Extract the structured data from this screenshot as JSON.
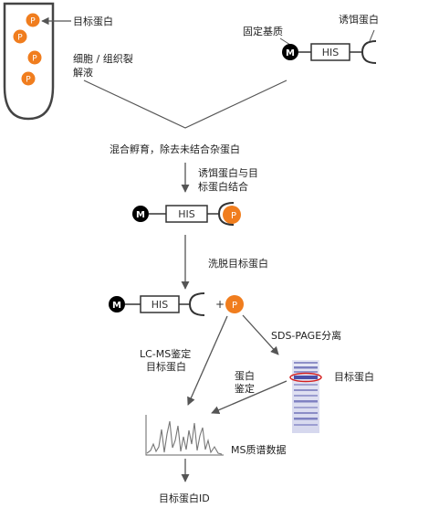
{
  "labels": {
    "target_protein": "目标蛋白",
    "cell_lysate": "细胞 / 组织裂",
    "cell_lysate_line2": "解液",
    "fixed_matrix": "固定基质",
    "bait_protein": "诱饵蛋白",
    "mix_incubate": "混合孵育，除去未结合杂蛋白",
    "bait_binding": "诱饵蛋白与目",
    "bait_binding_line2": "标蛋白结合",
    "elute_target": "洗脱目标蛋白",
    "sds_page": "SDS-PAGE分离",
    "lcms_identify": "LC-MS鉴定",
    "lcms_identify_line2": "目标蛋白",
    "protein_identify": "蛋白",
    "protein_identify_line2": "鉴定",
    "gel_target": "目标蛋白",
    "ms_data": "MS质谱数据",
    "final_id": "目标蛋白ID"
  },
  "glyphs": {
    "matrix": "M",
    "his_tag": "HIS",
    "protein": "P",
    "plus": "+"
  },
  "colors": {
    "protein_orange": "#f07d1e",
    "gel_band": "#6b6fb8",
    "highlight_ring": "#d42020",
    "matrix_black": "#000000",
    "line_gray": "#555555"
  }
}
